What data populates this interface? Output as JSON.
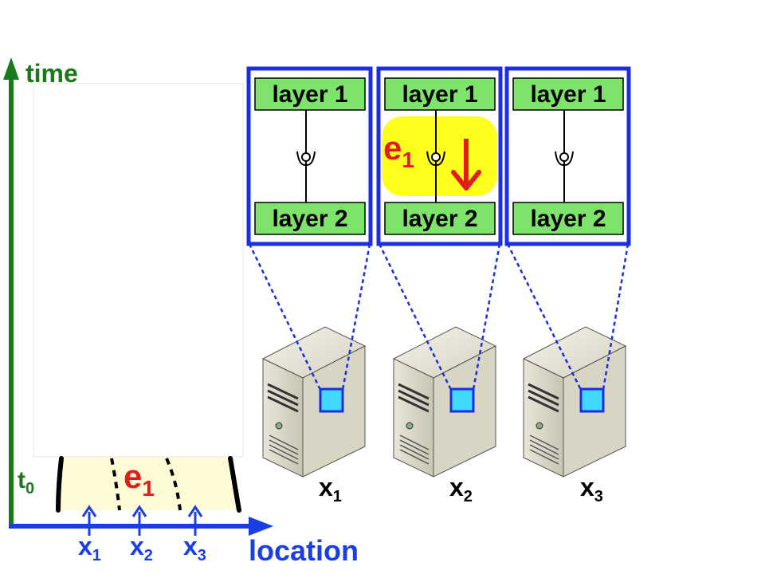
{
  "axes": {
    "time_label": "time",
    "location_label": "location",
    "t0_base": "t",
    "t0_sub": "0",
    "x_ticks": [
      {
        "base": "x",
        "sub": "1"
      },
      {
        "base": "x",
        "sub": "2"
      },
      {
        "base": "x",
        "sub": "3"
      }
    ]
  },
  "event": {
    "base": "e",
    "sub": "1"
  },
  "panels": [
    {
      "top_layer": "layer 1",
      "bottom_layer": "layer 2",
      "highlighted": false
    },
    {
      "top_layer": "layer 1",
      "bottom_layer": "layer 2",
      "highlighted": true
    },
    {
      "top_layer": "layer 1",
      "bottom_layer": "layer 2",
      "highlighted": false
    }
  ],
  "servers": [
    {
      "base": "x",
      "sub": "1"
    },
    {
      "base": "x",
      "sub": "2"
    },
    {
      "base": "x",
      "sub": "3"
    }
  ],
  "colors": {
    "axis_time": "#1a7a1a",
    "axis_location": "#1a3ee6",
    "event": "#e31b1b",
    "panel_border": "#1c2fe0",
    "layer_fill": "#7ee36b",
    "highlight": "#ffff1e",
    "port_fill": "#40d8ff",
    "band_fill": "#fffbd6"
  }
}
